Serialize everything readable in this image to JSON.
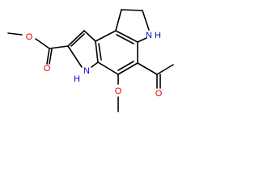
{
  "molecule": {
    "atoms": {
      "o_carbonyl": "O",
      "o_ester": "O",
      "nh_pyrrole_h": "H",
      "nh_pyrrole_n": "N",
      "nh_amine_n": "N",
      "nh_amine_h": "H",
      "o_acetyl": "O",
      "o_methoxy": "O"
    },
    "colors": {
      "bond": "#000000",
      "oxygen": "#e00000",
      "nitrogen": "#0000c8",
      "background": "#ffffff"
    }
  }
}
